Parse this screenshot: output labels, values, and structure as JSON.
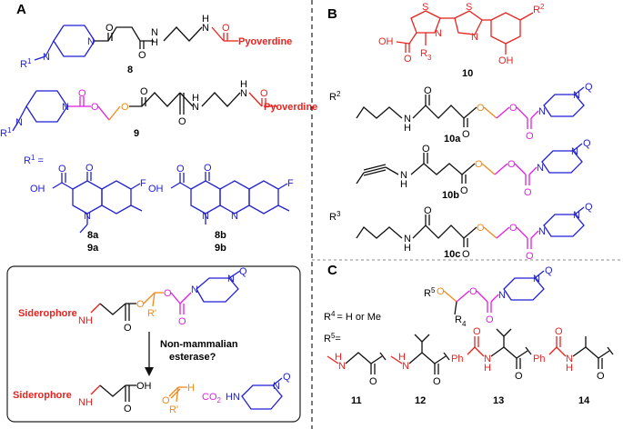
{
  "panels": {
    "a": "A",
    "b": "B",
    "c": "C"
  },
  "colors": {
    "red": "#e8231f",
    "blue": "#1f1fd6",
    "magenta": "#e020e0",
    "orange": "#f08a1c",
    "black": "#111111"
  },
  "atoms": {
    "O": "O",
    "N": "N",
    "H": "H",
    "S": "S",
    "F": "F"
  },
  "labels": {
    "pyoverdine": "Pyoverdine",
    "cmpd8": "8",
    "cmpd9": "9",
    "r1_eq": "R",
    "r1_sup": "1",
    "r1_eq_sign": " =",
    "r1_tag": "R",
    "r1_tag_sup": "1",
    "hn_pip": "HN",
    "oh": "OH",
    "cmpd8a": "8a",
    "cmpd9a": "9a",
    "cmpd8b": "8b",
    "cmpd9b": "9b",
    "q": "Q",
    "siderophore": "Siderophore",
    "r_prime": "R'",
    "arrow_text_1": "Non-mammalian",
    "arrow_text_2": "esterase?",
    "co2": "CO",
    "co2_sub": "2",
    "cmpd10": "10",
    "r2": "R",
    "r2_sup": "2",
    "r3": "R",
    "r3_sup": "3",
    "cmpd10a": "10a",
    "cmpd10b": "10b",
    "cmpd10c": "10c",
    "r4_text": "R",
    "r4_sup": "4",
    "r4_val": "= H or Me",
    "r5_text": "R",
    "r5_sup": "5",
    "r5_eq": "=",
    "ph": "Ph",
    "cmpd11": "11",
    "cmpd12": "12",
    "cmpd13": "13",
    "cmpd14": "14"
  }
}
